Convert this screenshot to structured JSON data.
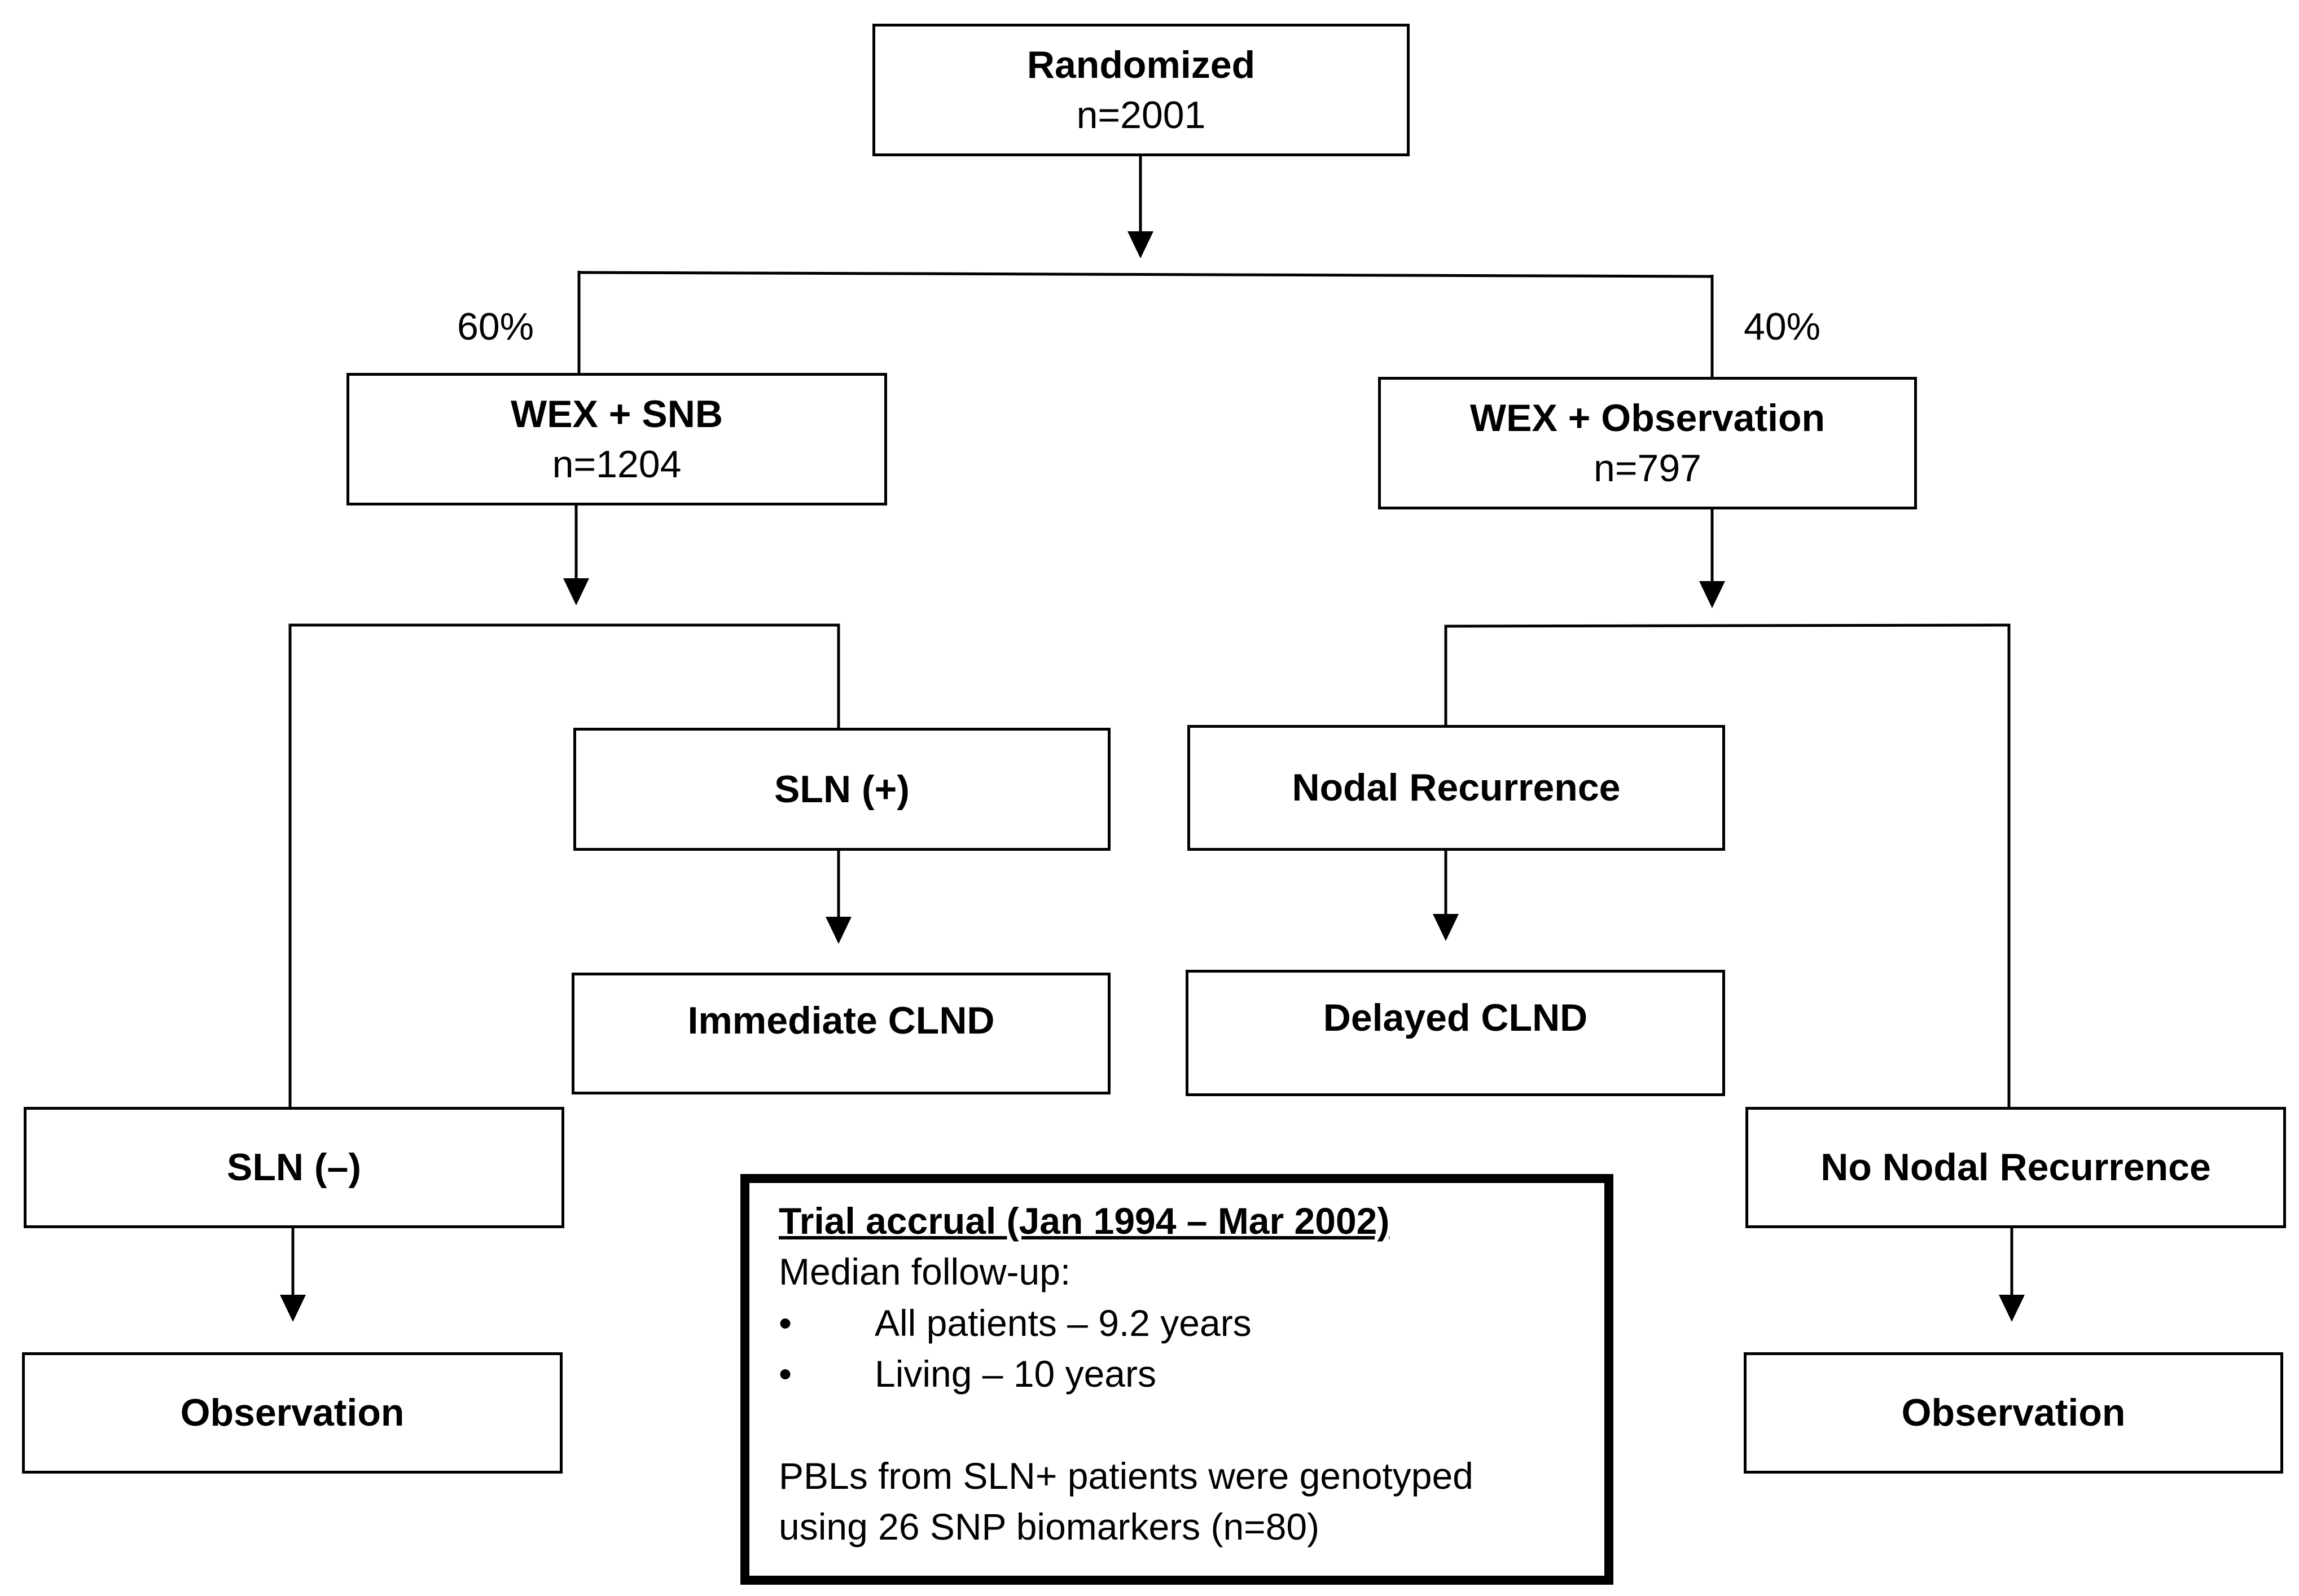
{
  "nodes": {
    "randomized": {
      "title": "Randomized",
      "n": "n=2001"
    },
    "wex_snb": {
      "title": "WEX + SNB",
      "n": "n=1204"
    },
    "wex_obs": {
      "title": "WEX + Observation",
      "n": "n=797"
    },
    "sln_pos": {
      "title": "SLN (+)"
    },
    "imm_clnd": {
      "title": "Immediate CLND"
    },
    "nodal_rec": {
      "title": "Nodal Recurrence"
    },
    "delayed_clnd": {
      "title": "Delayed CLND"
    },
    "sln_neg": {
      "title": "SLN (–)"
    },
    "obs_left": {
      "title": "Observation"
    },
    "no_nodal_rec": {
      "title": "No Nodal Recurrence"
    },
    "obs_right": {
      "title": "Observation"
    }
  },
  "branch_labels": {
    "left": "60%",
    "right": "40%"
  },
  "info_box": {
    "heading": "Trial accrual (Jan 1994 – Mar 2002)",
    "followup_label": "Median follow-up:",
    "bullets": [
      "All patients – 9.2 years",
      "Living – 10 years"
    ],
    "bullet_glyph": "•",
    "note_line1": "PBLs from SLN+ patients were genotyped",
    "note_line2": "using 26 SNP biomarkers (n=80)"
  }
}
